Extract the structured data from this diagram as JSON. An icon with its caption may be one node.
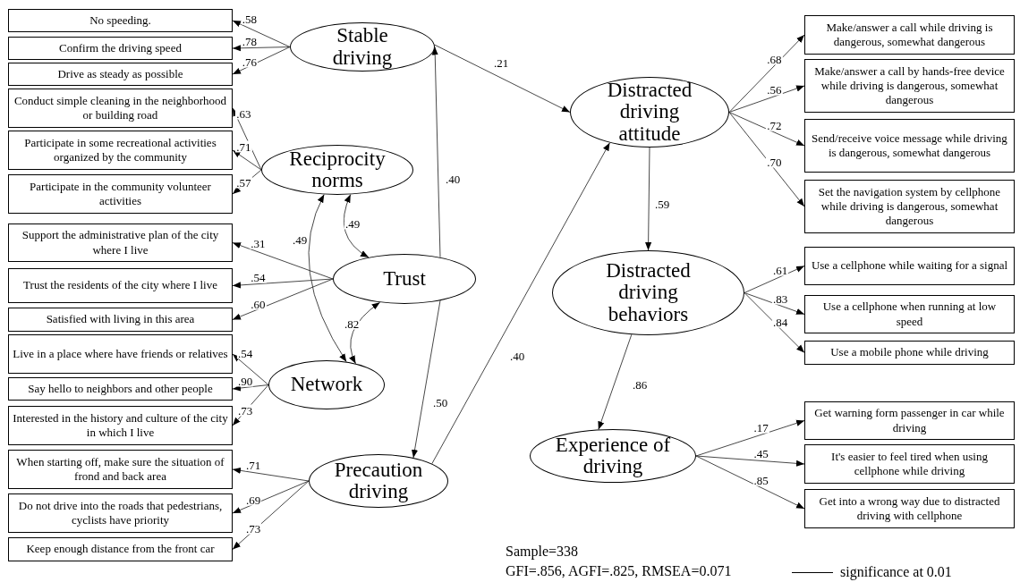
{
  "diagram": {
    "nodes": [
      {
        "text": [
          "Stable driving"
        ]
      },
      {
        "text": [
          "No speeding."
        ]
      },
      {
        "text": [
          "Confirm the driving speed"
        ]
      },
      {
        "text": [
          "Drive as steady as possible"
        ]
      },
      {
        "text": [
          "Reciprocity norms"
        ]
      },
      {
        "text": [
          "Conduct simple cleaning in the neighborhood or building road"
        ]
      },
      {
        "text": [
          "Participate in some recreational activities organized by the community"
        ]
      },
      {
        "text": [
          "Participate in the community volunteer activities"
        ]
      },
      {
        "text": [
          "Trust"
        ]
      },
      {
        "text": [
          "Support the administrative plan of the city where I live"
        ]
      },
      {
        "text": [
          "Trust the residents of the city where I live"
        ]
      },
      {
        "text": [
          "Satisfied with living in this area"
        ]
      },
      {
        "text": [
          "Network"
        ]
      },
      {
        "text": [
          "Live in a place where have friends or relatives"
        ]
      },
      {
        "text": [
          "Say hello to neighbors and other people"
        ]
      },
      {
        "text": [
          "Interested in the history and culture of the city in which I live"
        ]
      },
      {
        "text": [
          "Precaution driving"
        ]
      },
      {
        "text": [
          "When starting off, make sure the situation of frond and back area"
        ]
      },
      {
        "text": [
          "Do not drive into the roads that pedestrians, cyclists have priority"
        ]
      },
      {
        "text": [
          "Keep enough distance from the front car"
        ]
      },
      {
        "text": [
          "Distracted driving attitude"
        ]
      },
      {
        "text": [
          "Make/answer a call while driving is dangerous, somewhat dangerous"
        ]
      },
      {
        "text": [
          "Make/answer a call by hands-free device while driving is dangerous, somewhat dangerous"
        ]
      },
      {
        "text": [
          "Send/receive voice message while driving is dangerous, somewhat dangerous"
        ]
      },
      {
        "text": [
          "Set the navigation system by cellphone while driving is dangerous, somewhat dangerous"
        ]
      },
      {
        "text": [
          "Distracted driving behaviors"
        ]
      },
      {
        "text": [
          "Use a cellphone while waiting for a signal"
        ]
      },
      {
        "text": [
          "Use a cellphone when running at low speed"
        ]
      },
      {
        "text": [
          "Use a mobile phone while driving"
        ]
      },
      {
        "text": [
          "Experience of driving"
        ]
      },
      {
        "text": [
          "Get warning form passenger in car while driving"
        ]
      },
      {
        "text": [
          "It's easier to feel tired when using cellphone while driving"
        ]
      },
      {
        "text": [
          "Get into a wrong way due to distracted driving with cellphone"
        ]
      }
    ],
    "edges": [
      {
        "from": 0,
        "to": 1,
        "arrow": "to",
        "label": ".58"
      },
      {
        "from": 0,
        "to": 2,
        "arrow": "to",
        "label": ".78"
      },
      {
        "from": 0,
        "to": 3,
        "arrow": "to",
        "label": ".76"
      },
      {
        "from": 4,
        "to": 5,
        "arrow": "to",
        "label": ".63"
      },
      {
        "from": 4,
        "to": 6,
        "arrow": "to",
        "label": ".71"
      },
      {
        "from": 4,
        "to": 7,
        "arrow": "to",
        "label": ".57"
      },
      {
        "from": 8,
        "to": 9,
        "arrow": "to",
        "label": ".31"
      },
      {
        "from": 8,
        "to": 10,
        "arrow": "to",
        "label": ".54"
      },
      {
        "from": 8,
        "to": 11,
        "arrow": "to",
        "label": ".60"
      },
      {
        "from": 12,
        "to": 13,
        "arrow": "to",
        "label": ".54"
      },
      {
        "from": 12,
        "to": 14,
        "arrow": "to",
        "label": ".90"
      },
      {
        "from": 12,
        "to": 15,
        "arrow": "to",
        "label": ".73"
      },
      {
        "from": 16,
        "to": 17,
        "arrow": "to",
        "label": ".71"
      },
      {
        "from": 16,
        "to": 18,
        "arrow": "to",
        "label": ".69"
      },
      {
        "from": 16,
        "to": 19,
        "arrow": "to",
        "label": ".73"
      },
      {
        "from": 20,
        "to": 21,
        "arrow": "to",
        "label": ".68"
      },
      {
        "from": 20,
        "to": 22,
        "arrow": "to",
        "label": ".56"
      },
      {
        "from": 20,
        "to": 23,
        "arrow": "to",
        "label": ".72"
      },
      {
        "from": 20,
        "to": 24,
        "arrow": "to",
        "label": ".70"
      },
      {
        "from": 25,
        "to": 26,
        "arrow": "to",
        "label": ".61"
      },
      {
        "from": 25,
        "to": 27,
        "arrow": "to",
        "label": ".83"
      },
      {
        "from": 25,
        "to": 28,
        "arrow": "to",
        "label": ".84"
      },
      {
        "from": 29,
        "to": 30,
        "arrow": "to",
        "label": ".17"
      },
      {
        "from": 29,
        "to": 31,
        "arrow": "to",
        "label": ".45"
      },
      {
        "from": 29,
        "to": 32,
        "arrow": "to",
        "label": ".85"
      },
      {
        "from": 0,
        "to": 20,
        "arrow": "to",
        "label": ".21"
      },
      {
        "from": 8,
        "to": 0,
        "arrow": "to",
        "label": ".40"
      },
      {
        "from": 8,
        "to": 16,
        "arrow": "to",
        "label": ".50"
      },
      {
        "from": 16,
        "to": 20,
        "arrow": "to",
        "label": ".40"
      },
      {
        "from": 4,
        "to": 8,
        "arrow": "both",
        "label": ".49"
      },
      {
        "from": 4,
        "to": 12,
        "arrow": "both",
        "label": ".49"
      },
      {
        "from": 8,
        "to": 12,
        "arrow": "both",
        "label": ".82"
      },
      {
        "from": 20,
        "to": 25,
        "arrow": "to",
        "label": ".59"
      },
      {
        "from": 25,
        "to": 29,
        "arrow": "to",
        "label": ".86"
      }
    ],
    "labels": [
      "Sample=338",
      "GFI=.856, AGFI=.825, RMSEA=0.071"
    ],
    "legend": [
      {
        "text": "significance at 0.01"
      }
    ]
  }
}
